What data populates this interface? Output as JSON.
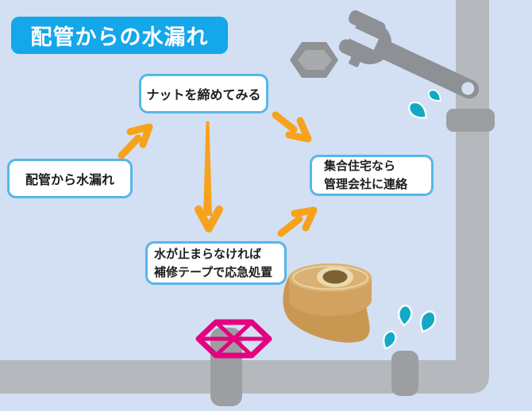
{
  "title": {
    "label": "配管からの水漏れ"
  },
  "flow": {
    "start": {
      "label": "配管から水漏れ"
    },
    "tighten": {
      "label": "ナットを締めてみる"
    },
    "tape": {
      "line1": "水が止まらなければ",
      "line2": "補修テープで応急処置"
    },
    "contact": {
      "line1": "集合住宅なら",
      "line2": "管理会社に連絡"
    }
  },
  "icons": {
    "wrench": "adjustable-wrench",
    "nut": "hex-nut",
    "tape_roll": "repair-tape-roll",
    "valve": "pink-valve-handle",
    "pipe": "l-shaped-pipe-with-couplings",
    "water": "cyan-water-drops",
    "arrows": "orange-flow-arrows"
  },
  "colors": {
    "background": "#d3e0f3",
    "title_bg": "#14a7e9",
    "title_text": "#ffffff",
    "box_bg": "#ffffff",
    "box_border": "#55b7e9",
    "box_text": "#1d1d1d",
    "arrow_orange": "#f7a21d",
    "pipe_gray": "#b5b8bd",
    "fitting_gray": "#9c9ea1",
    "tool_gray": "#8d9196",
    "water_cyan": "#12a9c6",
    "valve_pink": "#e4017f",
    "tape_tan": "#d2a360"
  }
}
